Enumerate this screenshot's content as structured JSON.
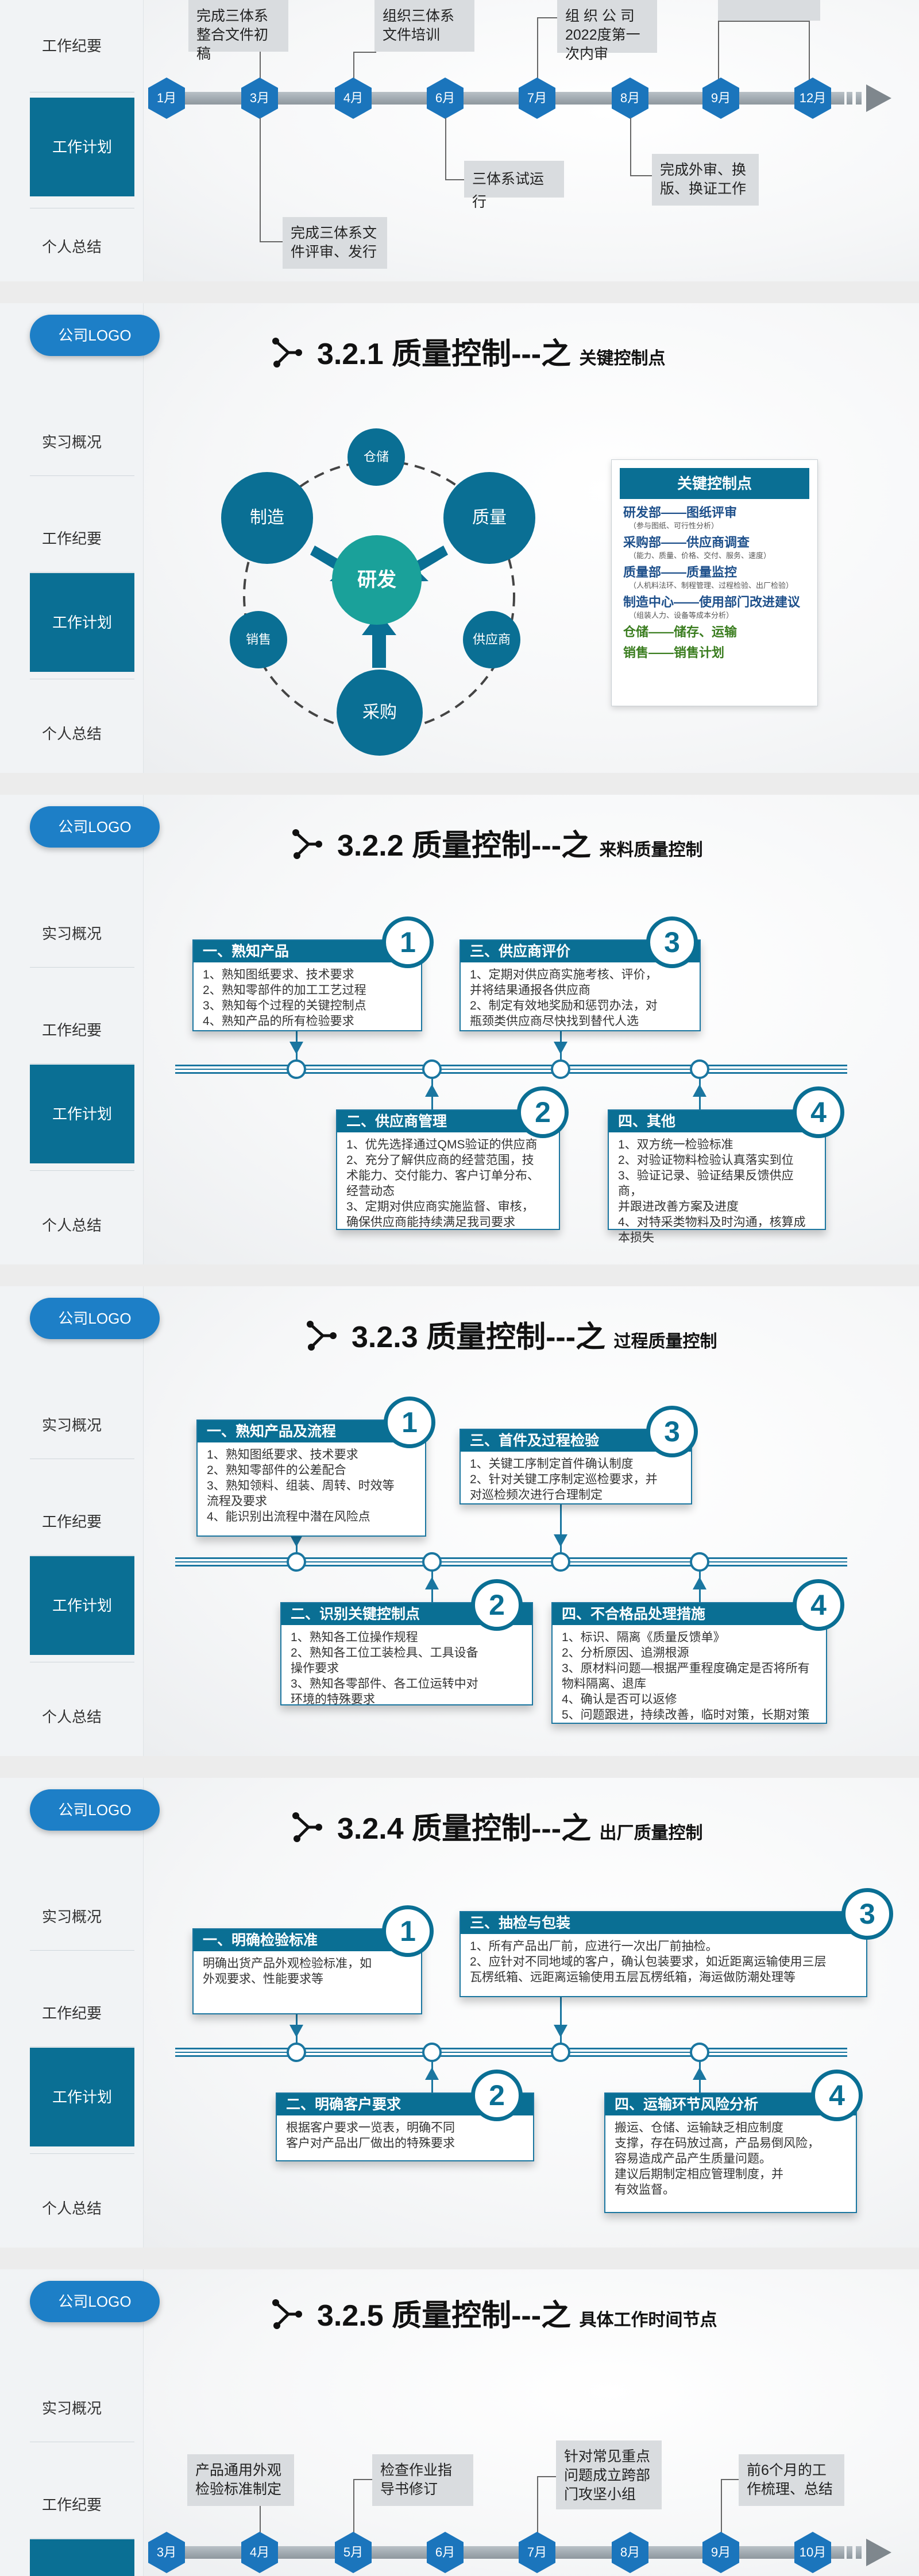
{
  "sidebar": {
    "overview": "实习概况",
    "review": "工作纪要",
    "plan": "工作计划",
    "summary": "个人总结"
  },
  "logo": "公司LOGO",
  "slide0": {
    "months": [
      "1月",
      "3月",
      "4月",
      "6月",
      "7月",
      "8月",
      "9月",
      "12月"
    ],
    "boxes": {
      "b1": "完成三体系整合文件初稿",
      "b2": "组织三体系文件培训",
      "b3": "组 织 公 司 2022度第一次内审",
      "b4": "三体系试运行",
      "b5": "完成外审、换版、换证工作",
      "b6": "完成三体系文件评审、发行"
    }
  },
  "slide1": {
    "num": "3.2.1",
    "title": "质量控制---之",
    "subtitle": "关键控制点",
    "center": "研发",
    "nodes": {
      "zhizao": "制造",
      "cangchu": "仓储",
      "zhiliang": "质量",
      "gongying": "供应商",
      "caigou": "采购",
      "xiaoshou": "销售"
    },
    "panel": {
      "header": "关键控制点",
      "r1": "研发部——图纸评审",
      "n1": "（参与图纸、可行性分析）",
      "r2": "采购部——供应商调查",
      "n2": "（能力、质量、价格、交付、服务、速度）",
      "r3": "质量部——质量监控",
      "n3": "（人机料法环、制程管理、过程检验、出厂检验）",
      "r4": "制造中心——使用部门改进建议",
      "n4": "（组装人力、设备等成本分析）",
      "r5": "仓储——储存、运输",
      "r6": "销售——销售计划"
    }
  },
  "slide2": {
    "num": "3.2.2",
    "title": "质量控制---之",
    "subtitle": "来料质量控制",
    "c1": {
      "n": "1",
      "h": "一、熟知产品",
      "lines": [
        "1、熟知图纸要求、技术要求",
        "2、熟知零部件的加工工艺过程",
        "3、熟知每个过程的关键控制点",
        "4、熟知产品的所有检验要求"
      ]
    },
    "c2": {
      "n": "2",
      "h": "二、供应商管理",
      "lines": [
        "1、优先选择通过QMS验证的供应商",
        "2、充分了解供应商的经营范围，技",
        "术能力、交付能力、客户订单分布、",
        "经营动态",
        "3、定期对供应商实施监督、审核，",
        "确保供应商能持续满足我司要求"
      ]
    },
    "c3": {
      "n": "3",
      "h": "三、供应商评价",
      "lines": [
        "1、定期对供应商实施考核、评价，",
        "并将结果通报各供应商",
        "2、制定有效地奖励和惩罚办法，对",
        "瓶颈类供应商尽快找到替代人选"
      ]
    },
    "c4": {
      "n": "4",
      "h": "四、其他",
      "lines": [
        "1、双方统一检验标准",
        "2、对验证物料检验认真落实到位",
        "3、验证记录、验证结果反馈供应商，",
        "并跟进改善方案及进度",
        "4、对特采类物料及时沟通，核算成",
        "本损失"
      ]
    }
  },
  "slide3": {
    "num": "3.2.3",
    "title": "质量控制---之",
    "subtitle": "过程质量控制",
    "c1": {
      "n": "1",
      "h": "一、熟知产品及流程",
      "lines": [
        "1、熟知图纸要求、技术要求",
        "2、熟知零部件的公差配合",
        "3、熟知领料、组装、周转、时效等",
        "流程及要求",
        "4、能识别出流程中潜在风险点"
      ]
    },
    "c2": {
      "n": "2",
      "h": "二、识别关键控制点",
      "lines": [
        "1、熟知各工位操作规程",
        "2、熟知各工位工装检具、工具设备",
        "操作要求",
        "3、熟知各零部件、各工位运转中对",
        "环境的特殊要求"
      ]
    },
    "c3": {
      "n": "3",
      "h": "三、首件及过程检验",
      "lines": [
        "1、关键工序制定首件确认制度",
        "2、针对关键工序制定巡检要求，并",
        "对巡检频次进行合理制定"
      ]
    },
    "c4": {
      "n": "4",
      "h": "四、不合格品处理措施",
      "lines": [
        "1、标识、隔离《质量反馈单》",
        "2、分析原因、追溯根源",
        "3、原材料问题—根据严重程度确定是否将所有",
        "物料隔离、退库",
        "4、确认是否可以返修",
        "5、问题跟进，持续改善，临时对策，长期对策"
      ]
    }
  },
  "slide4": {
    "num": "3.2.4",
    "title": "质量控制---之",
    "subtitle": "出厂质量控制",
    "c1": {
      "n": "1",
      "h": "一、明确检验标准",
      "lines": [
        "    明确出货产品外观检验标准，如",
        "外观要求、性能要求等"
      ]
    },
    "c2": {
      "n": "2",
      "h": "二、明确客户要求",
      "lines": [
        "    根据客户要求一览表，明确不同",
        "客户对产品出厂做出的特殊要求"
      ]
    },
    "c3": {
      "n": "3",
      "h": "三、抽检与包装",
      "lines": [
        "1、所有产品出厂前，应进行一次出厂前抽检。",
        "2、应针对不同地域的客户，确认包装要求，如近距离运输使用三层",
        "瓦楞纸箱、远距离运输使用五层瓦楞纸箱，海运做防潮处理等"
      ]
    },
    "c4": {
      "n": "4",
      "h": "四、运输环节风险分析",
      "lines": [
        "    搬运、仓储、运输缺乏相应制度",
        "支撑，存在码放过高，产品易倒风险，",
        "容易造成产品产生质量问题。",
        "    建议后期制定相应管理制度，并",
        "有效监督。"
      ]
    }
  },
  "slide5": {
    "num": "3.2.5",
    "title": "质量控制---之",
    "subtitle": "具体工作时间节点",
    "months": [
      "3月",
      "4月",
      "5月",
      "6月",
      "7月",
      "8月",
      "9月",
      "10月"
    ],
    "boxes": {
      "b1": "产品通用外观检验标准制定",
      "b2": "检查作业指导书修订",
      "b3": "针对常见重点问题成立跨部门攻坚小组",
      "b4": "前6个月的工作梳理、总结"
    }
  }
}
